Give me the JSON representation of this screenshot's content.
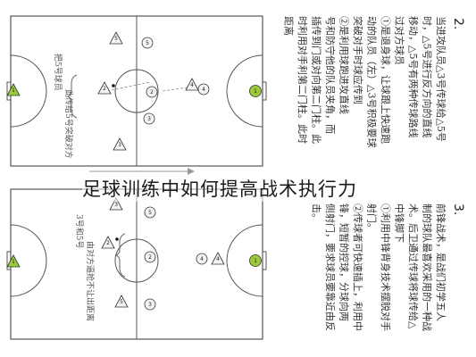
{
  "caption": "足球训练中如何提高战术执行力",
  "diagrams": [
    {
      "side_label": "把5号球员",
      "side_note": "此传给5号突破对方",
      "players": [
        {
          "label": "1",
          "kind": "keeper"
        },
        {
          "label": "2",
          "kind": "circle"
        },
        {
          "label": "3",
          "kind": "triangle"
        },
        {
          "label": "4",
          "kind": "circle"
        },
        {
          "label": "5",
          "kind": "circle"
        },
        {
          "label": "2",
          "kind": "triangle"
        },
        {
          "label": "3",
          "kind": "circle"
        },
        {
          "label": "4",
          "kind": "triangle"
        },
        {
          "label": "5",
          "kind": "triangle"
        },
        {
          "label": "1",
          "kind": "triangle-keeper"
        }
      ]
    },
    {
      "side_label": "3号和5号",
      "side_note": "由对方逼抢不让出距离",
      "players": [
        {
          "label": "1",
          "kind": "keeper"
        },
        {
          "label": "2",
          "kind": "circle"
        },
        {
          "label": "3",
          "kind": "triangle"
        },
        {
          "label": "4",
          "kind": "circle"
        },
        {
          "label": "5",
          "kind": "circle"
        },
        {
          "label": "2",
          "kind": "triangle"
        },
        {
          "label": "3",
          "kind": "circle"
        },
        {
          "label": "4",
          "kind": "triangle"
        },
        {
          "label": "5",
          "kind": "triangle"
        },
        {
          "label": "1",
          "kind": "triangle-keeper"
        }
      ]
    }
  ],
  "sections": [
    {
      "number": "2.",
      "lines": [
        "当进攻队员△3号传球给△5号",
        "时，△5号进行反方向的直线",
        "移动，△5号有两种传球路线",
        "过对方球员",
        "①是退身球，让球跟上快速跑",
        "动的队员（左）△3号积极要球",
        "突破对手时球应传到",
        "②是利用球跑进攻直线",
        "号和防守他的队员夹角，而",
        "插传到门或对向第二门柱。此",
        "时利用对手利第二门柱。此时",
        "距离"
      ]
    },
    {
      "number": "3.",
      "lines": [
        "前锋战术，是战们初学五人",
        "制的球队最喜欢采用的一种战",
        "术。后卫通过传球将球传给△",
        "中锋脚下",
        "①利用中锋背身技术摆脱对手",
        "射门。",
        "②传球者可快速插上，利用中",
        "锋，短暂的控球，分球向两",
        "侧射门，要求球员要靠近由反",
        "击。"
      ]
    }
  ]
}
